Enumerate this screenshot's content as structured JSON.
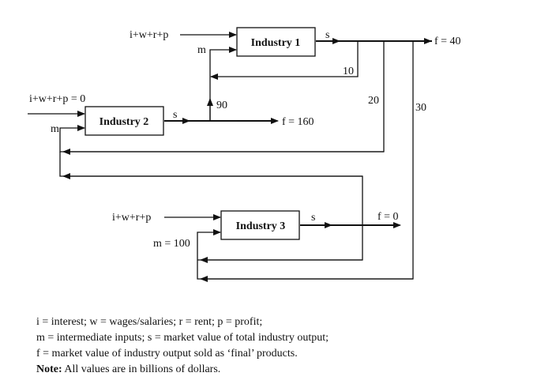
{
  "diagram": {
    "industries": [
      {
        "label": "Industry 1",
        "input_label": "i+w+r+p",
        "intermediate_label": "m",
        "output_label": "s",
        "final_label": "f = 40"
      },
      {
        "label": "Industry 2",
        "input_label": "i+w+r+p = 0",
        "intermediate_label": "m",
        "output_label": "s",
        "final_label": "f = 160"
      },
      {
        "label": "Industry 3",
        "input_label": "i+w+r+p",
        "intermediate_label": "m = 100",
        "output_label": "s",
        "final_label": "f = 0"
      }
    ],
    "flows": [
      {
        "from": "Industry 1",
        "to": "Industry 1",
        "value_label": "10"
      },
      {
        "from": "Industry 1",
        "to": "Industry 2",
        "value_label": "20"
      },
      {
        "from": "Industry 1",
        "to": "Industry 3",
        "value_label": "30"
      },
      {
        "from": "Industry 2",
        "to": "Industry 1",
        "value_label": "90"
      }
    ]
  },
  "legend": {
    "line1": "i = interest; w = wages/salaries; r = rent; p = profit;",
    "line2": "m = intermediate inputs; s = market value of total industry output;",
    "line3": "f = market value of industry output sold as ‘final’ products.",
    "note_label": "Note:",
    "note_text": " All values are in billions of dollars."
  }
}
